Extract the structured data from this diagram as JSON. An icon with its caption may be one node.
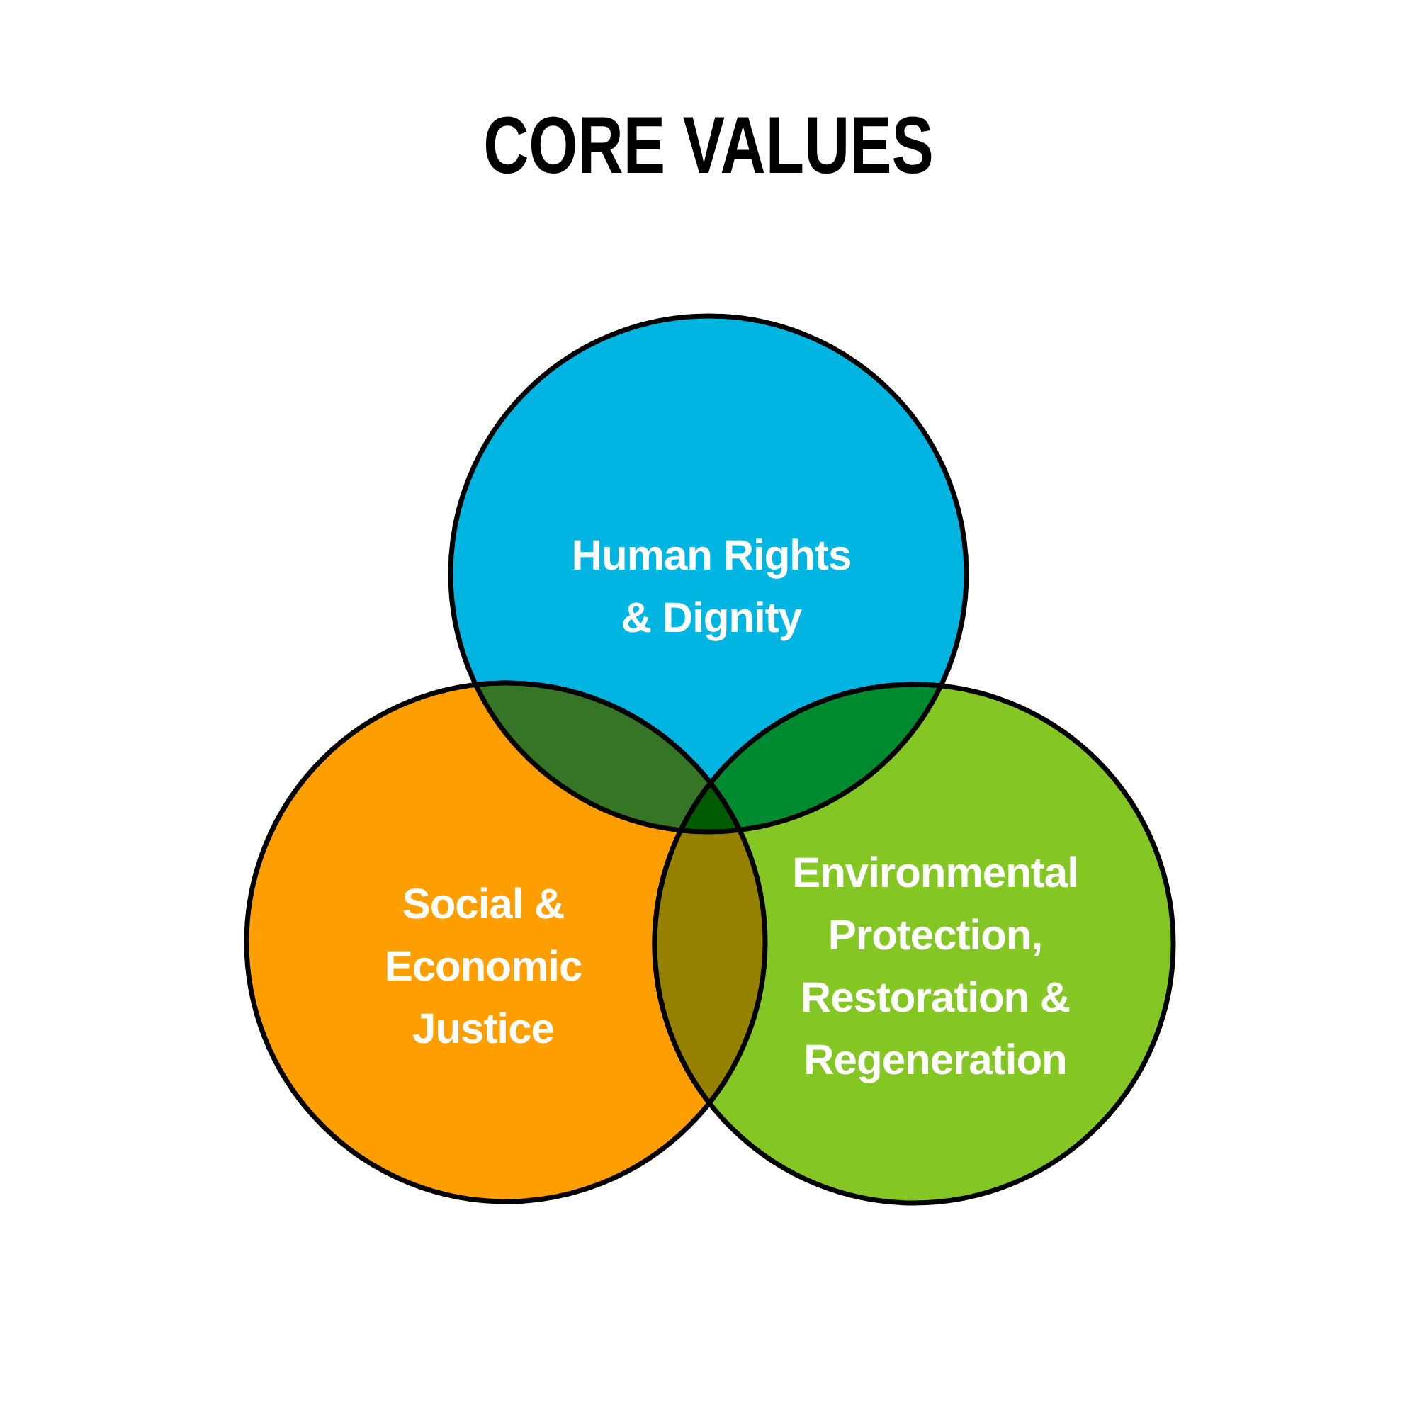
{
  "diagram": {
    "title": "CORE VALUES",
    "nodes": [
      {
        "text": [
          "Human Rights & Dignity"
        ]
      },
      {
        "text": [
          "Social & Economic Justice"
        ]
      },
      {
        "text": [
          "Environmental Protection, Restoration & Regeneration"
        ]
      }
    ]
  }
}
